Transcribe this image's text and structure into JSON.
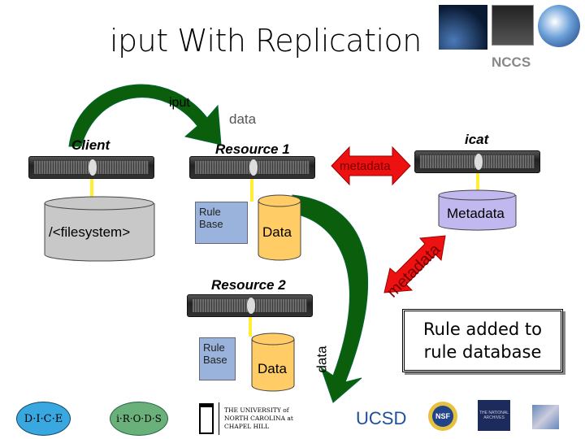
{
  "title": "iput With Replication",
  "header": {
    "nccs": "NCCS"
  },
  "arrows": {
    "iput": "iput",
    "data_top": "data",
    "metadata_h": "metadata",
    "metadata_diag": "metadata",
    "data_vertical": "data"
  },
  "nodes": {
    "client": "Client",
    "resource1": "Resource 1",
    "icat": "icat",
    "resource2": "Resource 2"
  },
  "stores": {
    "filesystem": "/<filesystem>",
    "rule_base_1": "Rule Base",
    "data_1": "Data",
    "metadata": "Metadata",
    "rule_base_2": "Rule Base",
    "data_2": "Data"
  },
  "callout": "Rule added to rule database",
  "logos": {
    "dice": "D·I·C·E",
    "irods": "i·R·O·D·S",
    "unc": "THE UNIVERSITY of NORTH CAROLINA at CHAPEL HILL",
    "ucsd": "UCSD",
    "nsf": "NSF",
    "archives": "THE NATIONAL ARCHIVES"
  },
  "colors": {
    "green_arrow": "#0b5e0b",
    "red_arrow": "#ee1111",
    "rule_base": "#99b3dd",
    "data_cyl": "#ffcc66",
    "metadata_cyl": "#c0b8ee",
    "fs_cyl": "#c8c8c8"
  }
}
